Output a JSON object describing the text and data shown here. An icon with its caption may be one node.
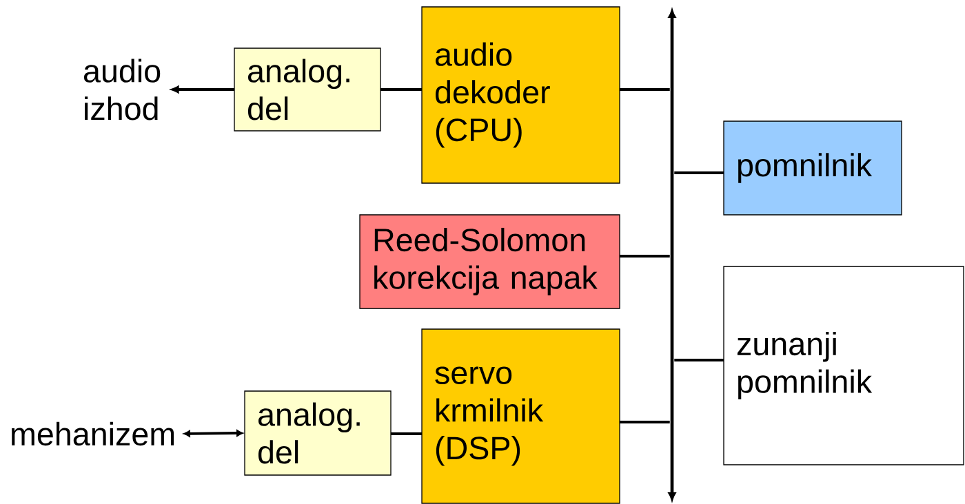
{
  "diagram": {
    "nodes": [
      {
        "text": [
          "audio izhod"
        ]
      },
      {
        "text": [
          "analog. del"
        ]
      },
      {
        "text": [
          "audio dekoder (CPU)"
        ]
      },
      {
        "text": [],
        "shape": "bar"
      },
      {
        "text": [
          "pomnilnik"
        ]
      },
      {
        "text": [
          "Reed-Solomon korekcija napak"
        ]
      },
      {
        "text": [
          "zunanji pomnilnik"
        ]
      },
      {
        "text": [
          "mehanizem"
        ]
      },
      {
        "text": [
          "analog. del"
        ]
      },
      {
        "text": [
          "servo krmilnik (DSP)"
        ]
      }
    ],
    "edges": [
      {
        "from": 1,
        "to": 0,
        "arrow": "to"
      },
      {
        "from": 2,
        "to": 1,
        "arrow": "none"
      },
      {
        "from": 2,
        "to": 3,
        "arrow": "none"
      },
      {
        "from": 4,
        "to": 3,
        "arrow": "none"
      },
      {
        "from": 5,
        "to": 3,
        "arrow": "none"
      },
      {
        "from": 6,
        "to": 3,
        "arrow": "none"
      },
      {
        "from": 9,
        "to": 3,
        "arrow": "none"
      },
      {
        "from": 9,
        "to": 8,
        "arrow": "none"
      },
      {
        "from": 8,
        "to": 7,
        "arrow": "both"
      }
    ]
  }
}
